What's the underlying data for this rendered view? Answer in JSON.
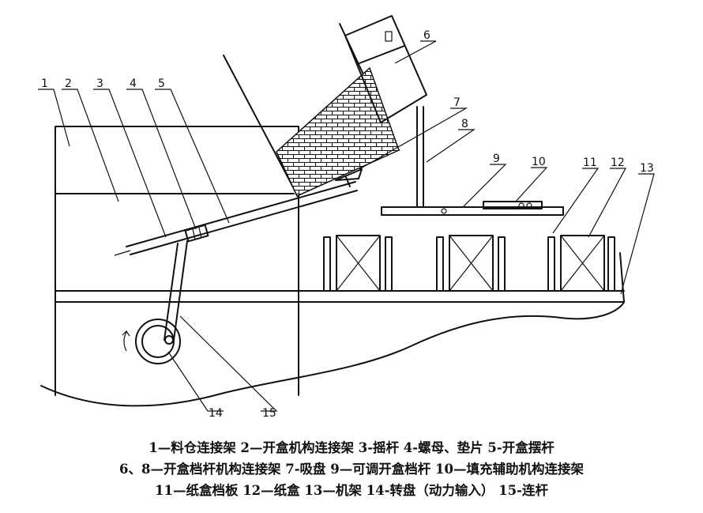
{
  "labels": {
    "n1": "1",
    "n2": "2",
    "n3": "3",
    "n4": "4",
    "n5": "5",
    "n6": "6",
    "n7": "7",
    "n8": "8",
    "n9": "9",
    "n10": "10",
    "n11": "11",
    "n12": "12",
    "n13": "13",
    "n14": "14",
    "n15": "15"
  },
  "caption": {
    "line1": "1—料仓连接架  2—开盒机构连接架  3-摇杆  4-螺母、垫片  5-开盒摆杆",
    "line2": "6、8—开盒档杆机构连接架  7-吸盘  9—可调开盒档杆  10—填充辅助机构连接架",
    "line3": "11—纸盒档板  12—纸盒  13—机架  14-转盘（动力输入）  15-连杆"
  }
}
